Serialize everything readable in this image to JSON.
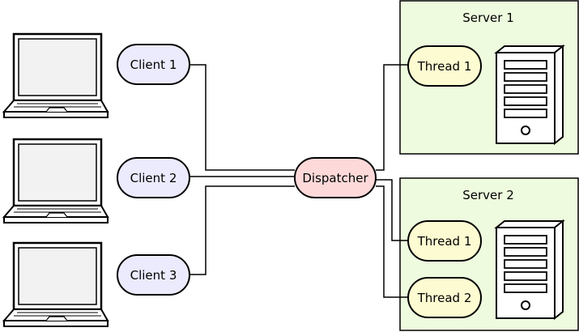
{
  "colors": {
    "client_fill": "#ebebfd",
    "dispatcher_fill": "#fdd9d9",
    "thread_fill": "#fdfbd1",
    "server_fill": "#eefbde",
    "stroke": "#000000",
    "screen_fill": "#f2f2f2"
  },
  "icons": {
    "client_device": "laptop-icon",
    "server_device": "server-tower-icon"
  },
  "clients": [
    {
      "label": "Client 1"
    },
    {
      "label": "Client 2"
    },
    {
      "label": "Client 3"
    }
  ],
  "dispatcher": {
    "label": "Dispatcher"
  },
  "servers": [
    {
      "title": "Server 1",
      "threads": [
        {
          "label": "Thread 1"
        }
      ]
    },
    {
      "title": "Server 2",
      "threads": [
        {
          "label": "Thread 1"
        },
        {
          "label": "Thread 2"
        }
      ]
    }
  ]
}
